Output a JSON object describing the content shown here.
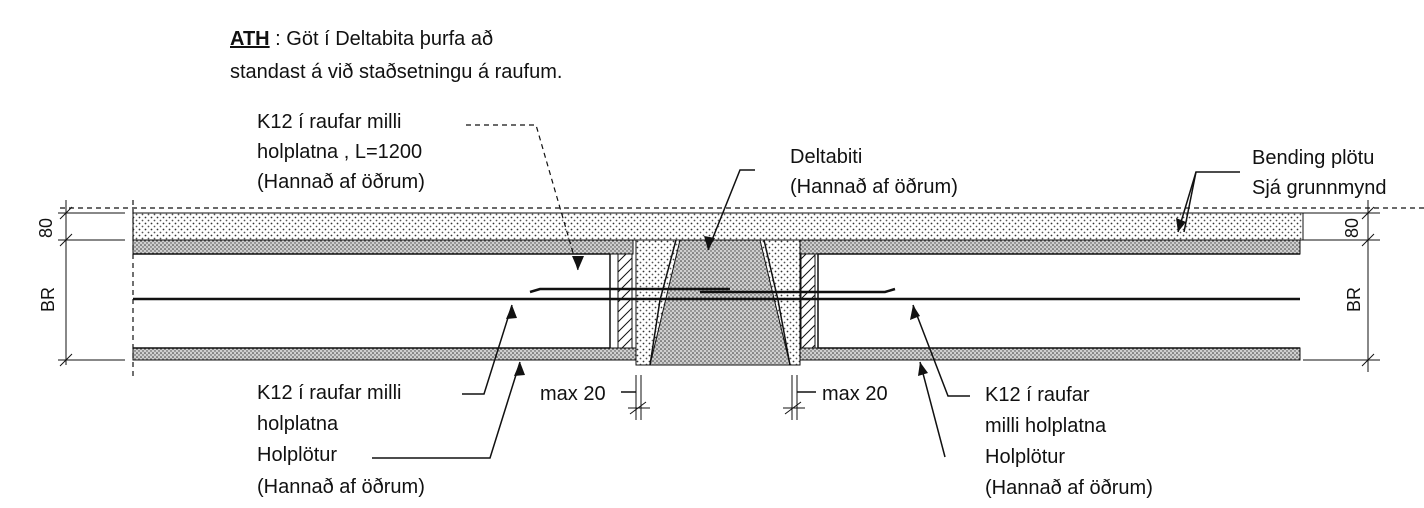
{
  "note": {
    "prefix": "ATH",
    "line1_rest": " : Göt í Deltabita þurfa að",
    "line2": "standast á við staðsetningu á raufum."
  },
  "labels": {
    "k12_top": [
      "K12 í raufar milli",
      "holplatna , L=1200",
      "(Hannað af öðrum)"
    ],
    "deltabiti": [
      "Deltabiti",
      "(Hannað af öðrum)"
    ],
    "bending": [
      "Bending plötu",
      "Sjá grunnmynd"
    ],
    "k12_bottom_left": [
      "K12 í raufar milli",
      "holplatna"
    ],
    "holplotur_left": [
      "Holplötur",
      "(Hannað af öðrum)"
    ],
    "k12_bottom_right": [
      "K12 í raufar",
      "milli holplatna"
    ],
    "holplotur_right": [
      "Holplötur",
      "(Hannað af öðrum)"
    ],
    "max_left": "max 20",
    "max_right": "max 20"
  },
  "dimensions": {
    "left_top": "80",
    "left_side": "BR",
    "right_top": "80",
    "right_side": "BR"
  }
}
